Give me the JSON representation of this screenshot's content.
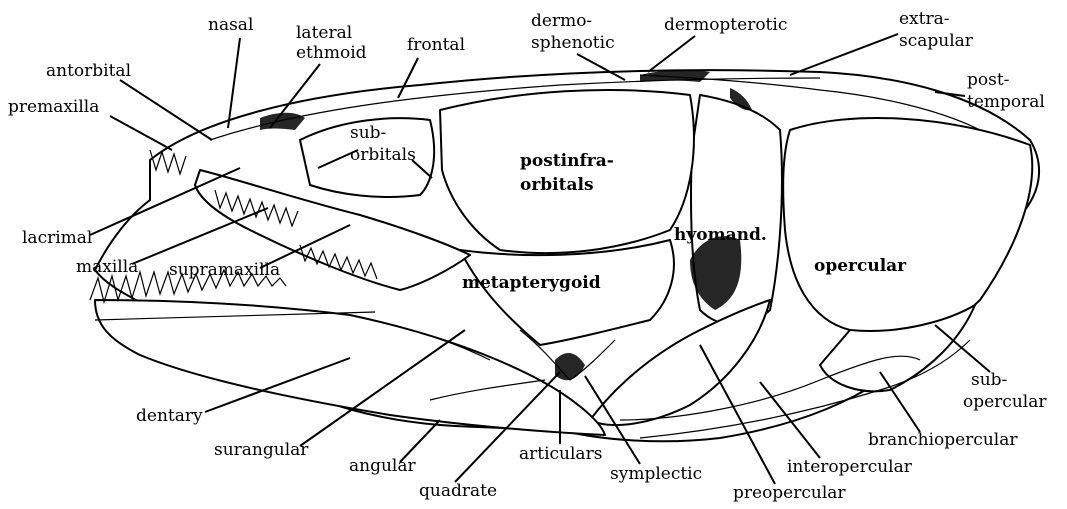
{
  "labels": {
    "nasal": "nasal",
    "lateral": "lateral",
    "ethmoid": "ethmoid",
    "frontal": "frontal",
    "dermo": "dermo-",
    "sphenotic": "sphenotic",
    "dermopterotic": "dermopterotic",
    "extra": "extra-",
    "scapular": "scapular",
    "post": "post-",
    "temporal": "temporal",
    "antorbital": "antorbital",
    "premaxilla": "premaxilla",
    "sub_top": "sub-",
    "orbitals": "orbitals",
    "postinfra": "postinfra-",
    "postinfra_orbitals": "orbitals",
    "lacrimal": "lacrimal",
    "maxilla": "maxilla",
    "supramaxilla": "supramaxilla",
    "hyomand": "hyomand.",
    "opercular": "opercular",
    "metapterygoid": "metapterygoid",
    "dentary": "dentary",
    "surangular": "surangular",
    "angular": "angular",
    "quadrate": "quadrate",
    "articulars": "articulars",
    "symplectic": "symplectic",
    "sub_op": "sub-",
    "opercular2": "opercular",
    "branchiopercular": "branchiopercular",
    "interopercular": "interopercular",
    "preopercular": "preopercular"
  }
}
